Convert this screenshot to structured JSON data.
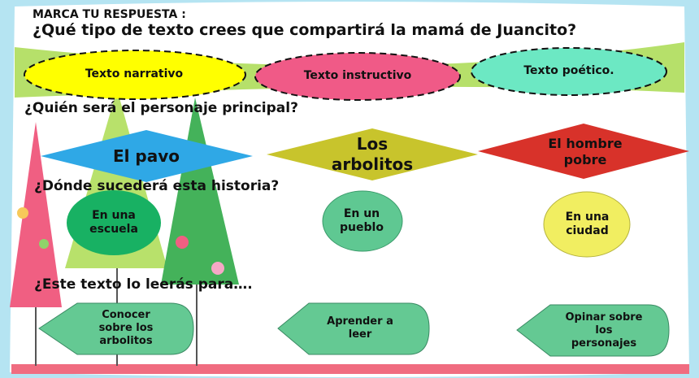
{
  "instruction": "MARCA TU RESPUESTA :",
  "questions": {
    "q1": "¿Qué tipo de texto crees  que compartirá la mamá de Juancito?",
    "q2": "¿Quién será el personaje principal?",
    "q3": "¿Dónde sucederá  esta historia?",
    "q4": "¿Este texto lo leerás para…."
  },
  "q1_options": [
    {
      "label": "Texto narrativo",
      "color": "#ffff00"
    },
    {
      "label": "Texto instructivo",
      "color": "#f05a87"
    },
    {
      "label": "Texto poético.",
      "color": "#6ce8c3"
    }
  ],
  "q2_options": [
    {
      "label": "El pavo",
      "color": "#2fa8e6"
    },
    {
      "label": "Los\narbolitos",
      "color": "#c8c42c"
    },
    {
      "label": "El hombre\npobre",
      "color": "#d8322a"
    }
  ],
  "q3_options": [
    {
      "label": "En una\nescuela",
      "color": "#18b163"
    },
    {
      "label": "En un\npueblo",
      "color": "#5fc892"
    },
    {
      "label": "En una\nciudad",
      "color": "#f1ee61"
    }
  ],
  "q4_options": [
    {
      "label": "Conocer\nsobre los\narbolitos",
      "color": "#64c993"
    },
    {
      "label": "Aprender a\nleer",
      "color": "#64c993"
    },
    {
      "label": "Opinar sobre\nlos\npersonajes",
      "color": "#64c993"
    }
  ]
}
